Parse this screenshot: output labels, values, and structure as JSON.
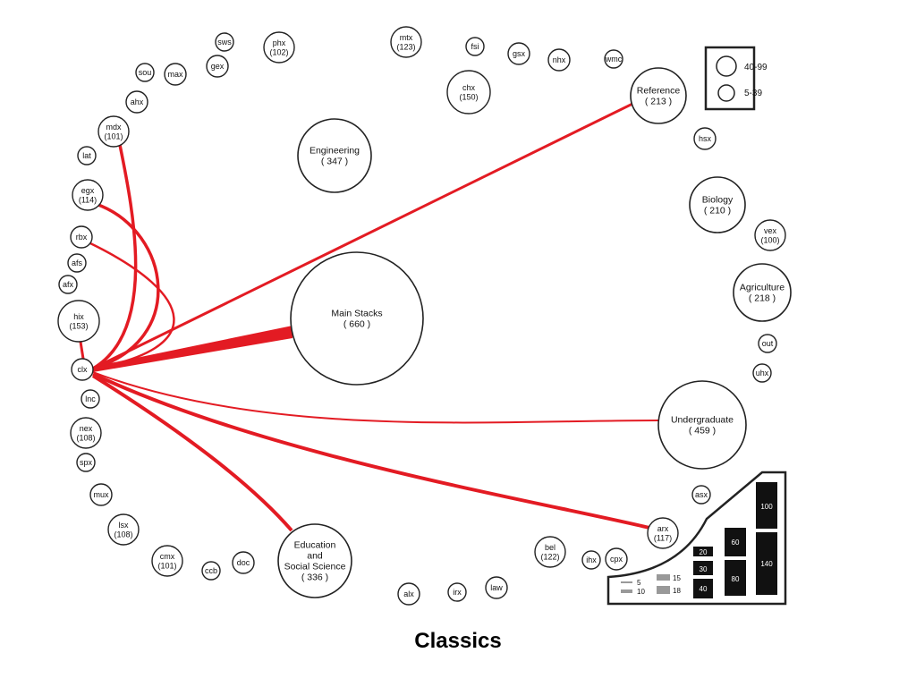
{
  "title": "Classics",
  "center": "clx",
  "link_color": "#e31b23",
  "nodes": [
    {
      "id": "sws",
      "label": "sws"
    },
    {
      "id": "phx",
      "label": "phx",
      "count": "(102)"
    },
    {
      "id": "sou",
      "label": "sou"
    },
    {
      "id": "max",
      "label": "max"
    },
    {
      "id": "gex",
      "label": "gex"
    },
    {
      "id": "ahx",
      "label": "ahx"
    },
    {
      "id": "mdx",
      "label": "mdx",
      "count": "(101)"
    },
    {
      "id": "lat",
      "label": "lat"
    },
    {
      "id": "egx",
      "label": "egx",
      "count": "(114)"
    },
    {
      "id": "rbx",
      "label": "rbx"
    },
    {
      "id": "afs",
      "label": "afs"
    },
    {
      "id": "afx",
      "label": "afx"
    },
    {
      "id": "hix",
      "label": "hix",
      "count": "(153)"
    },
    {
      "id": "clx",
      "label": "clx"
    },
    {
      "id": "lnc",
      "label": "lnc"
    },
    {
      "id": "nex",
      "label": "nex",
      "count": "(108)"
    },
    {
      "id": "spx",
      "label": "spx"
    },
    {
      "id": "mux",
      "label": "mux"
    },
    {
      "id": "lsx",
      "label": "lsx",
      "count": "(108)"
    },
    {
      "id": "cmx",
      "label": "cmx",
      "count": "(101)"
    },
    {
      "id": "ccb",
      "label": "ccb"
    },
    {
      "id": "doc",
      "label": "doc"
    },
    {
      "id": "edu",
      "label": "Education\nand\nSocial Science",
      "count": "( 336 )"
    },
    {
      "id": "alx",
      "label": "alx"
    },
    {
      "id": "irx",
      "label": "irx"
    },
    {
      "id": "law",
      "label": "law"
    },
    {
      "id": "bel",
      "label": "bel",
      "count": "(122)"
    },
    {
      "id": "ihx",
      "label": "ihx"
    },
    {
      "id": "cpx",
      "label": "cpx"
    },
    {
      "id": "arx",
      "label": "arx",
      "count": "(117)"
    },
    {
      "id": "asx",
      "label": "asx"
    },
    {
      "id": "ugr",
      "label": "Undergraduate",
      "count": "( 459 )"
    },
    {
      "id": "uhx",
      "label": "uhx"
    },
    {
      "id": "out",
      "label": "out"
    },
    {
      "id": "agr",
      "label": "Agriculture",
      "count": "( 218 )"
    },
    {
      "id": "vex",
      "label": "vex",
      "count": "(100)"
    },
    {
      "id": "bio",
      "label": "Biology",
      "count": "( 210 )"
    },
    {
      "id": "hsx",
      "label": "hsx"
    },
    {
      "id": "ref",
      "label": "Reference",
      "count": "( 213 )"
    },
    {
      "id": "wmc",
      "label": "wmc"
    },
    {
      "id": "nhx",
      "label": "nhx"
    },
    {
      "id": "gsx",
      "label": "gsx"
    },
    {
      "id": "fsi",
      "label": "fsi"
    },
    {
      "id": "mtx",
      "label": "mtx",
      "count": "(123)"
    },
    {
      "id": "chx",
      "label": "chx",
      "count": "(150)"
    },
    {
      "id": "eng",
      "label": "Engineering",
      "count": "( 347 )"
    },
    {
      "id": "main",
      "label": "Main Stacks",
      "count": "( 660 )"
    }
  ],
  "links": [
    {
      "target": "main",
      "weight": "heavy"
    },
    {
      "target": "ref"
    },
    {
      "target": "ugr"
    },
    {
      "target": "arx"
    },
    {
      "target": "edu"
    },
    {
      "target": "mdx"
    },
    {
      "target": "egx"
    },
    {
      "target": "rbx"
    },
    {
      "target": "hix"
    }
  ],
  "legend_size": {
    "items": [
      "40-99",
      "5-39"
    ]
  },
  "legend_width": {
    "labels": [
      "5",
      "10",
      "15",
      "18",
      "20",
      "30",
      "40",
      "60",
      "80",
      "100",
      "140"
    ]
  }
}
